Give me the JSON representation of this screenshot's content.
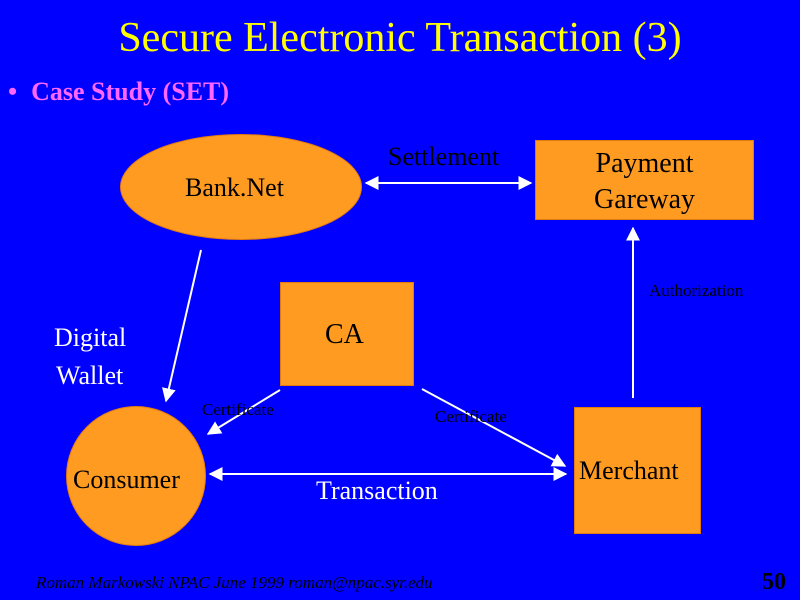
{
  "slide": {
    "title": "Secure Electronic Transaction (3)",
    "bullet": "Case Study (SET)",
    "footer": "Roman Markowski  NPAC  June 1999 roman@npac.syr.edu",
    "page_number": "50"
  },
  "nodes": {
    "banknet": "Bank.Net",
    "payment_gateway_line1": "Payment",
    "payment_gateway_line2": "Gareway",
    "ca": "CA",
    "consumer": "Consumer",
    "merchant": "Merchant"
  },
  "labels": {
    "settlement": "Settlement",
    "authorization": "Authorization",
    "digital_wallet_line1": "Digital",
    "digital_wallet_line2": "Wallet",
    "certificate_left": "Certificate",
    "certificate_right": "Certificate",
    "transaction": "Transaction"
  },
  "colors": {
    "background": "#0000ff",
    "title": "#ffff00",
    "bullet": "#ff66ff",
    "shape_fill": "#ff9b21",
    "arrow": "#ffffff"
  }
}
